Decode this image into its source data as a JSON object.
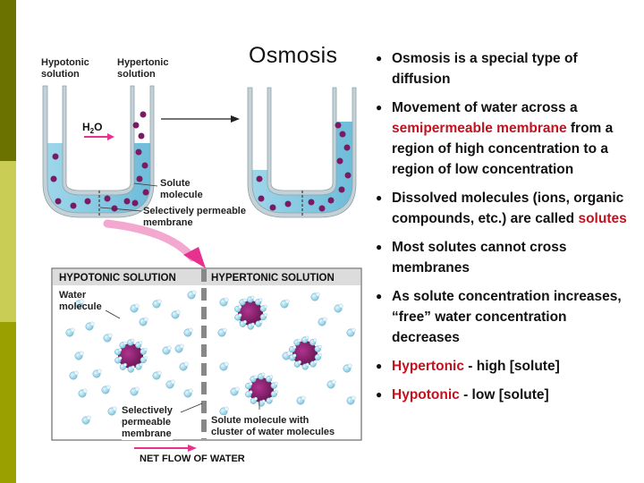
{
  "slide": {
    "title": "Osmosis",
    "colors": {
      "band_dark": "#6b7200",
      "band_light": "#c9cd55",
      "water": "#7cc7e0",
      "solute": "#8b1f6f",
      "highlight_red": "#c0121f",
      "arrow_pink": "#e8318f"
    }
  },
  "diagram": {
    "tube_labels": {
      "hypotonic": "Hypotonic\nsolution",
      "hypertonic": "Hypertonic\nsolution"
    },
    "h2o": {
      "prefix": "H",
      "sub": "2",
      "suffix": "O"
    },
    "solute_label": "Solute\nmolecule",
    "membrane_label": "Selectively permeable\nmembrane",
    "box_left_title": "HYPOTONIC SOLUTION",
    "box_right_title": "HYPERTONIC SOLUTION",
    "water_molecule_label": "Water\nmolecule",
    "box_membrane_label": "Selectively\npermeable\nmembrane",
    "cluster_label": "Solute molecule with\ncluster of water molecules",
    "net_flow": "NET FLOW OF WATER"
  },
  "bullets": [
    {
      "parts": [
        {
          "text": "Osmosis is a special type of diffusion",
          "red": false
        }
      ]
    },
    {
      "parts": [
        {
          "text": "Movement of water across a ",
          "red": false
        },
        {
          "text": "semipermeable membrane",
          "red": true
        },
        {
          "text": " from a region of high concentration to a region of low concentration",
          "red": false
        }
      ]
    },
    {
      "parts": [
        {
          "text": "Dissolved molecules (ions, organic compounds, etc.) are called ",
          "red": false
        },
        {
          "text": "solutes",
          "red": true
        }
      ]
    },
    {
      "parts": [
        {
          "text": "Most solutes cannot cross membranes",
          "red": false
        }
      ]
    },
    {
      "parts": [
        {
          "text": "As solute concentration increases, “free” water concentration decreases",
          "red": false
        }
      ]
    },
    {
      "parts": [
        {
          "text": "Hypertonic",
          "red": true
        },
        {
          "text": " - high [solute]",
          "red": false
        }
      ]
    },
    {
      "parts": [
        {
          "text": "Hypotonic",
          "red": true
        },
        {
          "text": " - low [solute]",
          "red": false
        }
      ]
    }
  ]
}
